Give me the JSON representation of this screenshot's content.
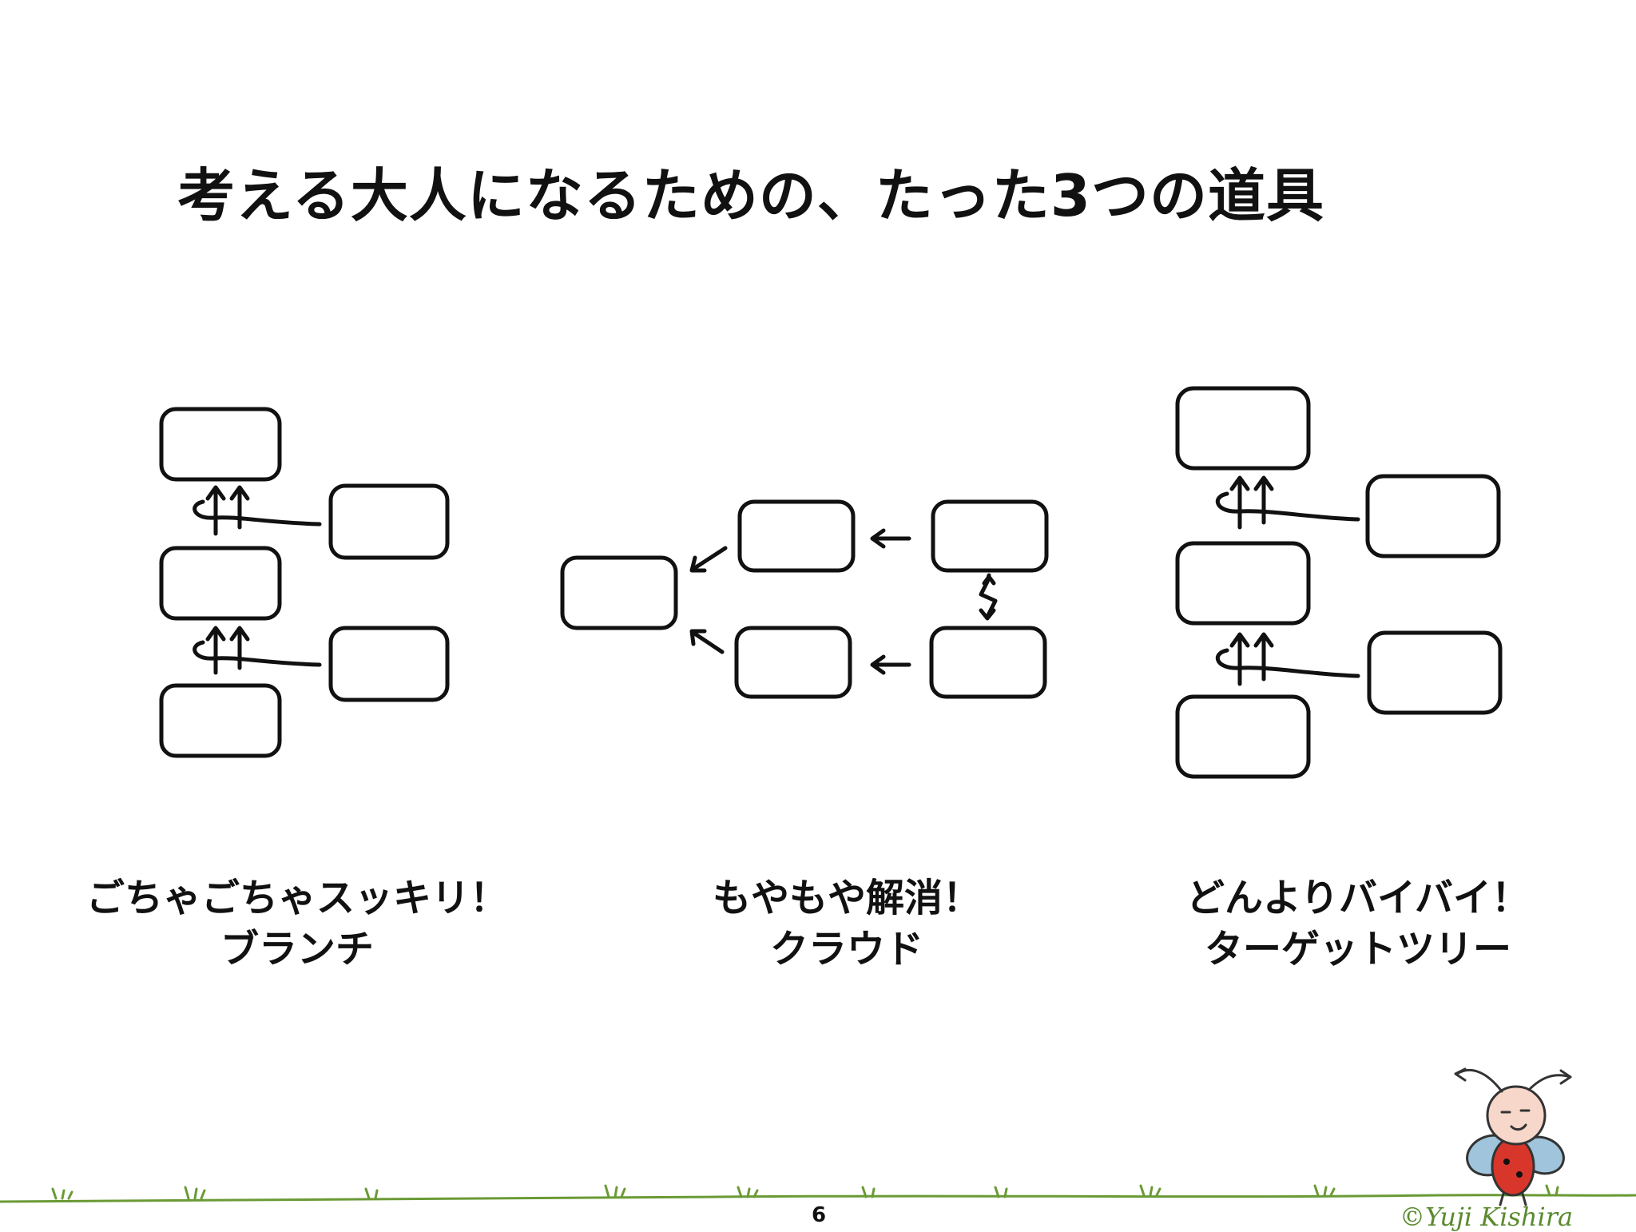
{
  "title": "考える大人になるための、たった3つの道具",
  "tools": [
    {
      "line1": "ごちゃごちゃスッキリ！",
      "line2": "ブランチ"
    },
    {
      "line1": "もやもや解消！",
      "line2": "クラウド"
    },
    {
      "line1": "どんよりバイバイ！",
      "line2": "ターゲットツリー"
    }
  ],
  "page_number": "6",
  "credit": "©Yuji Kishira",
  "colors": {
    "stroke": "#111111",
    "grass": "#6a9a35",
    "mascot_body": "#d9362b",
    "mascot_wing": "#9fc4dc"
  }
}
